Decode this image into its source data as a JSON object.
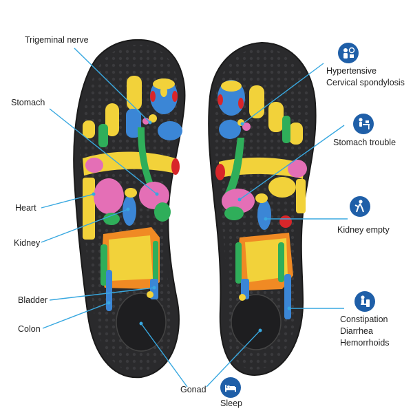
{
  "labels": {
    "trigeminal": "Trigeminal nerve",
    "stomach": "Stomach",
    "heart": "Heart",
    "kidney": "Kidney",
    "bladder": "Bladder",
    "colon": "Colon",
    "gonad": "Gonad",
    "hypertensive": "Hypertensive",
    "cervical": "Cervical spondylosis",
    "stomach_trouble": "Stomach trouble",
    "kidney_empty": "Kidney empty",
    "constipation": "Constipation",
    "diarrhea": "Diarrhea",
    "hemorrhoids": "Hemorrhoids",
    "sleep": "Sleep"
  },
  "icons": {
    "hypertension": "doctor-blood-pressure-icon",
    "stomach_trouble": "person-at-desk-icon",
    "kidney_empty": "person-back-pain-icon",
    "constipation": "person-on-toilet-icon",
    "sleep": "person-in-bed-icon"
  },
  "colors": {
    "insole": "#2a2a2c",
    "line": "#38a8e0",
    "badge": "#1f5fa8",
    "yellow": "#f2d23a",
    "blue": "#3b86d6",
    "pink": "#e46fb6",
    "green": "#2fae5a",
    "red": "#d8262a",
    "orange": "#f08a24"
  }
}
